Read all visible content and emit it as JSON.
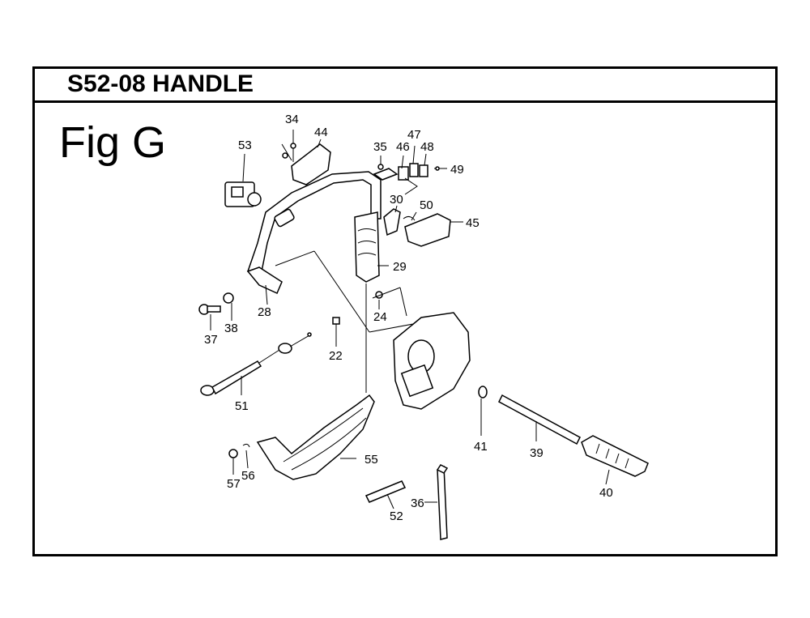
{
  "title": "S52-08 HANDLE",
  "figure_label": "Fig G",
  "callouts": {
    "p53": "53",
    "p34": "34",
    "p44": "44",
    "p35": "35",
    "p46": "46",
    "p47": "47",
    "p48": "48",
    "p49": "49",
    "p30": "30",
    "p50": "50",
    "p45": "45",
    "p29": "29",
    "p28": "28",
    "p37": "37",
    "p38": "38",
    "p24": "24",
    "p22": "22",
    "p51": "51",
    "p41": "41",
    "p39": "39",
    "p40": "40",
    "p55": "55",
    "p56": "56",
    "p57": "57",
    "p52": "52",
    "p36": "36"
  }
}
